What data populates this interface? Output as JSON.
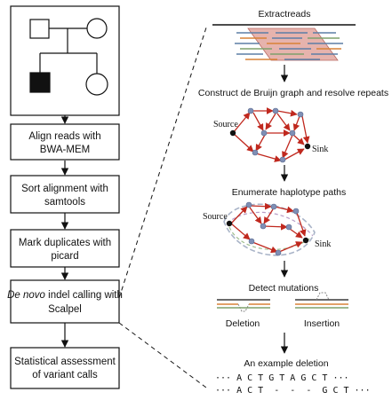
{
  "pipeline": {
    "steps": [
      {
        "lines": [
          "Align reads with",
          "BWA-MEM"
        ]
      },
      {
        "lines": [
          "Sort alignment with",
          "samtools"
        ]
      },
      {
        "lines": [
          "Mark duplicates with",
          "picard"
        ]
      },
      {
        "italic": "De novo",
        "lines": [
          " indel calling with",
          "Scalpel"
        ]
      },
      {
        "lines": [
          "Statistical assessment",
          "of variant calls"
        ]
      }
    ]
  },
  "detail": {
    "extract_title": "Extractreads",
    "graph_title": "Construct de Bruijn graph and resolve repeats",
    "paths_title": "Enumerate haplotype paths",
    "detect_title": "Detect mutations",
    "source_label": "Source",
    "sink_label": "Sink",
    "deletion_label": "Deletion",
    "insertion_label": "Insertion",
    "example_title": "An example deletion",
    "ref_sequence": "··· A C T G T A G C T ···",
    "alt_sequence": "··· A C T  -  -  -  G C T ···"
  },
  "colors": {
    "red_edge": "#c0281e",
    "node": "#7f8fb5",
    "read_blue": "#5d7ea6",
    "read_orange": "#d98236",
    "read_green": "#7fa06c",
    "highlight": "#e6b3ad",
    "halo": "#a9b4c8"
  }
}
